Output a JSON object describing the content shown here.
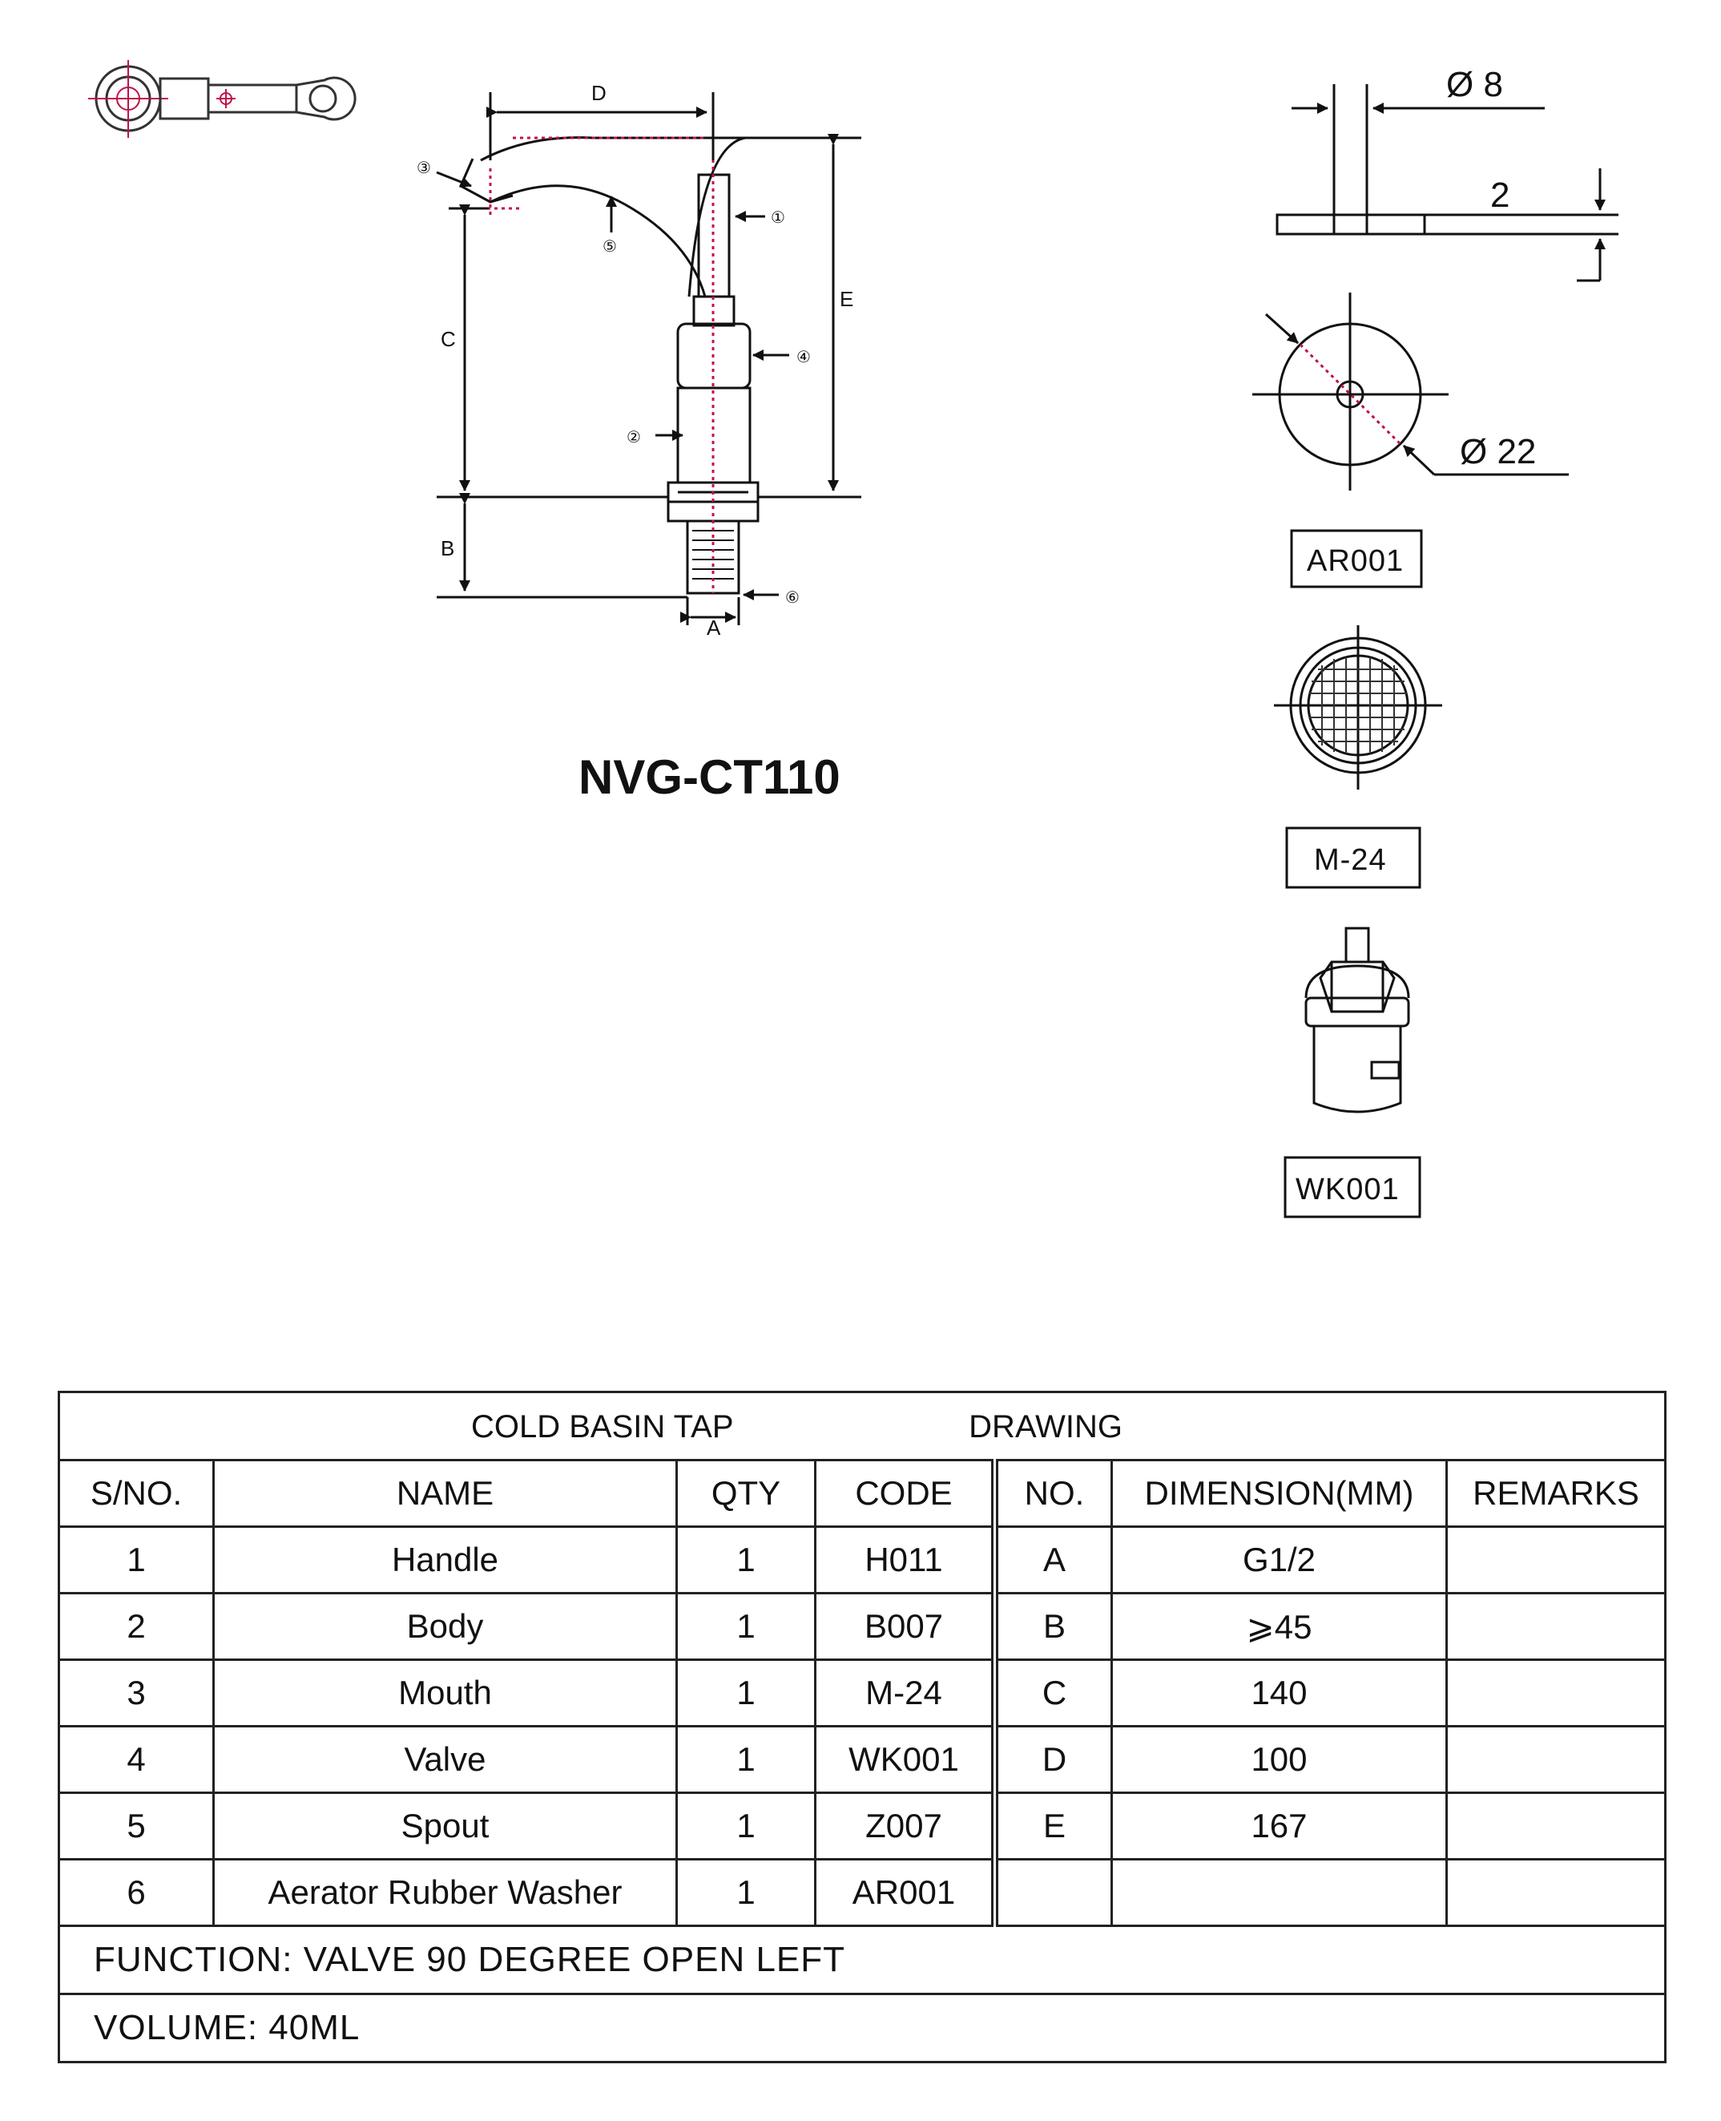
{
  "model": "NVG-CT110",
  "drawing": {
    "callouts": [
      "①",
      "②",
      "③",
      "④",
      "⑤",
      "⑥"
    ],
    "dimension_letters": [
      "A",
      "B",
      "C",
      "D",
      "E"
    ],
    "diameter_small": "Ø 8",
    "thickness": "2",
    "diameter_large": "Ø 22",
    "parts": [
      {
        "code": "AR001",
        "icon": "washer-icon"
      },
      {
        "code": "M-24",
        "icon": "aerator-icon"
      },
      {
        "code": "WK001",
        "icon": "valve-cartridge-icon"
      }
    ]
  },
  "table": {
    "title": "COLD BASIN TAP",
    "subtitle": "DRAWING",
    "headers": [
      "S/NO.",
      "NAME",
      "QTY",
      "CODE",
      "NO.",
      "DIMENSION(MM)",
      "REMARKS"
    ],
    "rows": [
      [
        "1",
        "Handle",
        "1",
        "H011",
        "A",
        "G1/2",
        ""
      ],
      [
        "2",
        "Body",
        "1",
        "B007",
        "B",
        "⩾45",
        ""
      ],
      [
        "3",
        "Mouth",
        "1",
        "M-24",
        "C",
        "140",
        ""
      ],
      [
        "4",
        "Valve",
        "1",
        "WK001",
        "D",
        "100",
        ""
      ],
      [
        "5",
        "Spout",
        "1",
        "Z007",
        "E",
        "167",
        ""
      ],
      [
        "6",
        "Aerator Rubber Washer",
        "1",
        "AR001",
        "",
        "",
        ""
      ]
    ],
    "function": "FUNCTION: VALVE 90 DEGREE OPEN LEFT",
    "volume": "VOLUME: 40ML"
  }
}
